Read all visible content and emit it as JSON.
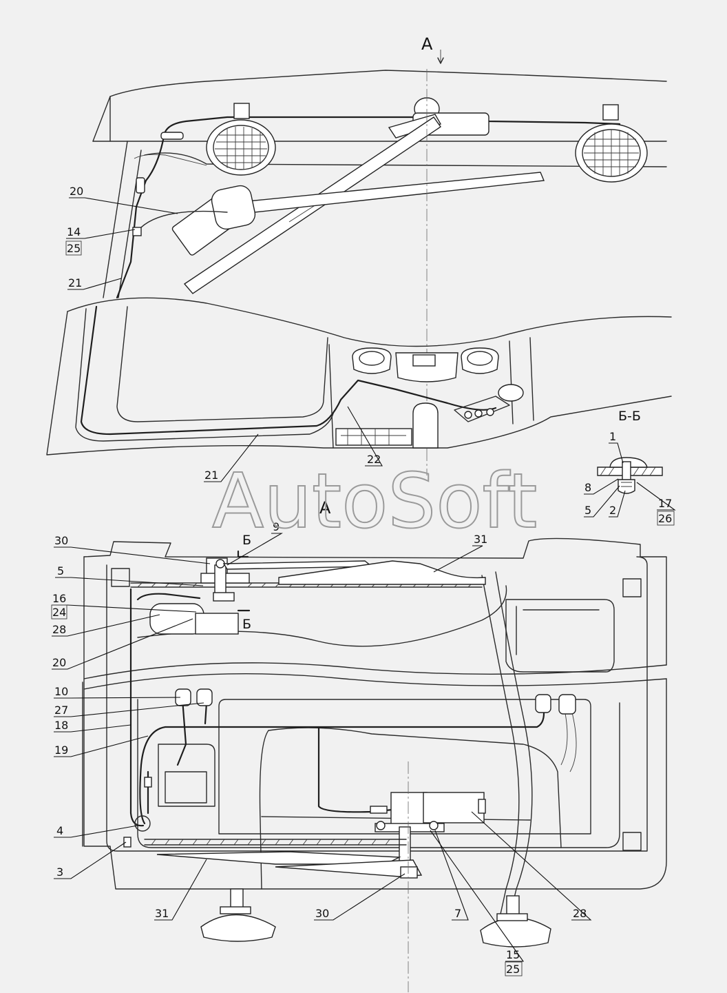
{
  "watermark": "AutoSoft",
  "view_labels": {
    "view_a_top": "А",
    "view_a_bottom": "А",
    "section_title": "Б-Б",
    "section_mark_1": "Б",
    "section_mark_2": "Б"
  },
  "callouts_top": [
    "20",
    "14",
    "25",
    "21",
    "22",
    "21"
  ],
  "callouts_section": [
    "1",
    "8",
    "5",
    "2",
    "17",
    "26"
  ],
  "callouts_bottom": [
    "30",
    "9",
    "31",
    "5",
    "16",
    "24",
    "28",
    "20",
    "10",
    "27",
    "18",
    "19",
    "4",
    "3",
    "31",
    "30",
    "7",
    "28",
    "15",
    "25"
  ]
}
